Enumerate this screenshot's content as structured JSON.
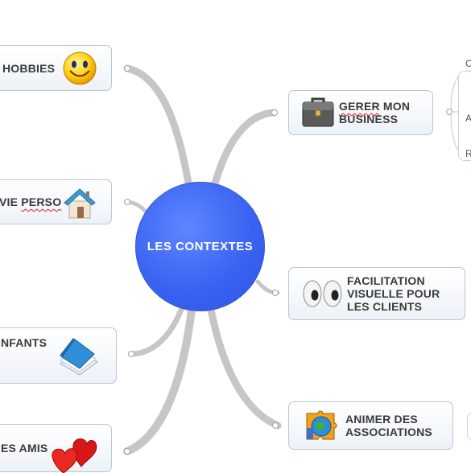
{
  "center": {
    "label": "LES CONTEXTES"
  },
  "branches": {
    "hobbies": {
      "label": "HOBBIES"
    },
    "vie_perso": {
      "label": "VIE PERSO",
      "squiggle_word": "PERSO"
    },
    "enfants": {
      "label": "NFANTS"
    },
    "amis": {
      "label": "ES AMIS"
    },
    "business": {
      "label": "GERER MON\nBUSINESS",
      "squiggle_word": "GERER"
    },
    "facilitation": {
      "label": "FACILITATION\nVISUELLE POUR\nLES CLIENTS"
    },
    "associations": {
      "label": "ANIMER DES\nASSOCIATIONS"
    }
  },
  "business_children": [
    "C",
    "A",
    "R"
  ],
  "icons": {
    "hobbies": "smiley-icon",
    "vie_perso": "house-icon",
    "enfants": "book-icon",
    "amis": "hearts-icon",
    "business": "briefcase-icon",
    "facilitation": "eyes-icon",
    "associations": "globe-puzzle-icon"
  },
  "colors": {
    "center_fill": "#3a63f2",
    "node_border": "#b9c6d4",
    "link": "#c4c4c4"
  }
}
